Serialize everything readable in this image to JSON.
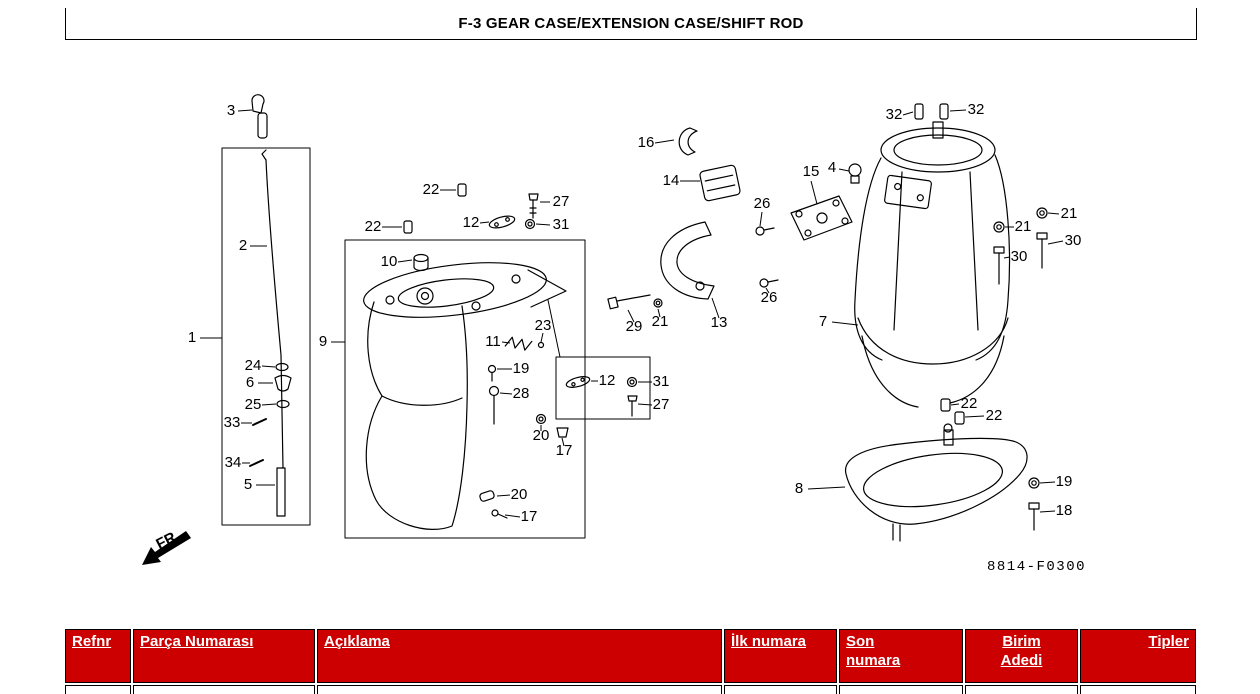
{
  "header": {
    "title": "F-3 GEAR CASE/EXTENSION CASE/SHIFT ROD"
  },
  "diagram": {
    "drawing_number": "8814-F0300",
    "fr_label": "FR.",
    "callouts": [
      "3",
      "2",
      "1",
      "24",
      "6",
      "25",
      "33",
      "34",
      "5",
      "22",
      "22",
      "27",
      "12",
      "31",
      "10",
      "9",
      "23",
      "11",
      "19",
      "28",
      "12",
      "31",
      "27",
      "20",
      "17",
      "20",
      "17",
      "16",
      "14",
      "26",
      "15",
      "4",
      "29",
      "21",
      "13",
      "26",
      "32",
      "32",
      "21",
      "30",
      "21",
      "30",
      "7",
      "22",
      "22",
      "8",
      "19",
      "18"
    ]
  },
  "table": {
    "columns": [
      "Refnr",
      "Parça Numarası",
      "Açıklama",
      "İlk numara",
      "Son numara",
      "Birim Adedi",
      "Tipler"
    ],
    "colors": {
      "header_bg": "#cc0000",
      "header_text": "#ffffff",
      "border": "#000000"
    }
  }
}
